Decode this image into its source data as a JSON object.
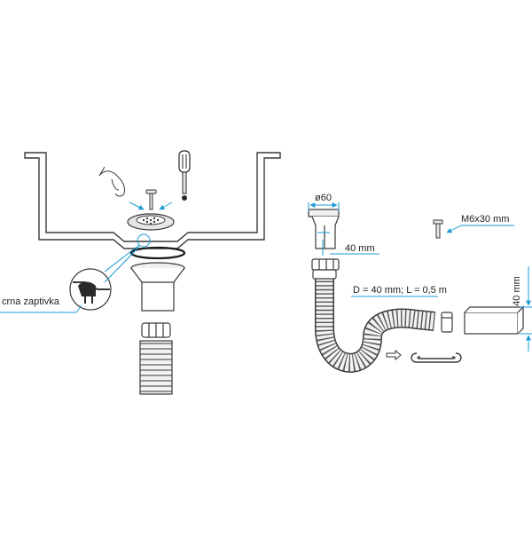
{
  "labels": {
    "gasket": "crna zaptivka",
    "diameter": "ø60",
    "height_40": "40 mm",
    "screw": "M6x30 mm",
    "hose": "D = 40 mm; L = 0,5 m",
    "side_40": "40 mm"
  },
  "colors": {
    "line": "#3a3a3a",
    "fill": "#efefef",
    "dark": "#2a2a2a",
    "accent": "#1b9ad6"
  }
}
